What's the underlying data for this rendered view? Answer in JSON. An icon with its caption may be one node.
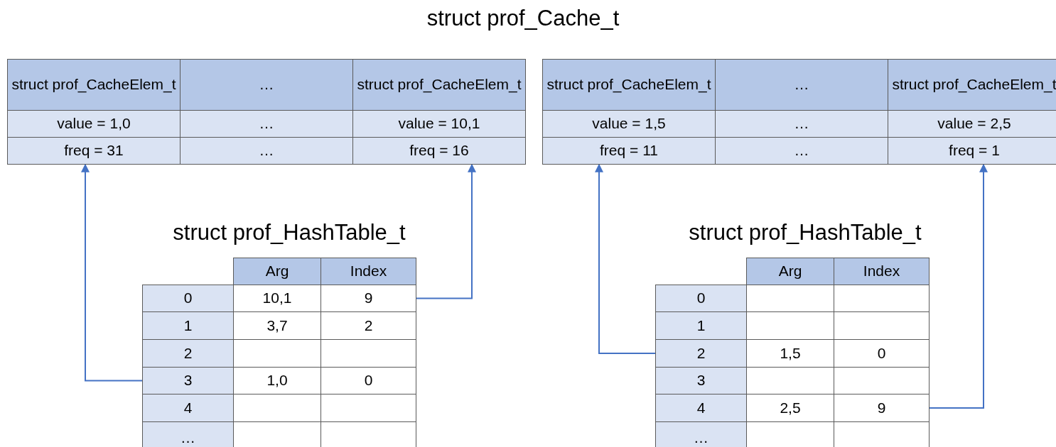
{
  "diagram": {
    "title": "struct prof_Cache_t",
    "nodes": [
      {
        "text": [
          "struct prof_CacheElem_t",
          "value = 1,0",
          "freq = 31"
        ]
      },
      {
        "text": [
          "…",
          "…",
          "…"
        ]
      },
      {
        "text": [
          "struct prof_CacheElem_t",
          "value = 10,1",
          "freq = 16"
        ]
      },
      {
        "text": [
          "struct prof_CacheElem_t",
          "value = 1,5",
          "freq = 11"
        ]
      },
      {
        "text": [
          "…",
          "…",
          "…"
        ]
      },
      {
        "text": [
          "struct prof_CacheElem_t",
          "value = 2,5",
          "freq = 1"
        ]
      },
      {
        "text": [
          "Arg",
          "Index"
        ]
      },
      {
        "text": [
          "0",
          "10,1",
          "9"
        ]
      },
      {
        "text": [
          "1",
          "3,7",
          "2"
        ]
      },
      {
        "text": [
          "2"
        ]
      },
      {
        "text": [
          "3",
          "1,0",
          "0"
        ]
      },
      {
        "text": [
          "4"
        ]
      },
      {
        "text": [
          "…"
        ]
      },
      {
        "text": [
          "Arg",
          "Index"
        ]
      },
      {
        "text": [
          "0"
        ]
      },
      {
        "text": [
          "1"
        ]
      },
      {
        "text": [
          "2",
          "1,5",
          "0"
        ]
      },
      {
        "text": [
          "3"
        ]
      },
      {
        "text": [
          "4",
          "2,5",
          "9"
        ]
      },
      {
        "text": [
          "…"
        ]
      }
    ],
    "edges": [
      {
        "from": 10,
        "to": 0,
        "arrow": "to"
      },
      {
        "from": 7,
        "to": 2,
        "arrow": "to"
      },
      {
        "from": 16,
        "to": 3,
        "arrow": "to"
      },
      {
        "from": 18,
        "to": 5,
        "arrow": "to"
      }
    ],
    "labels": [
      "struct prof_HashTable_t",
      "struct prof_HashTable_t"
    ]
  }
}
